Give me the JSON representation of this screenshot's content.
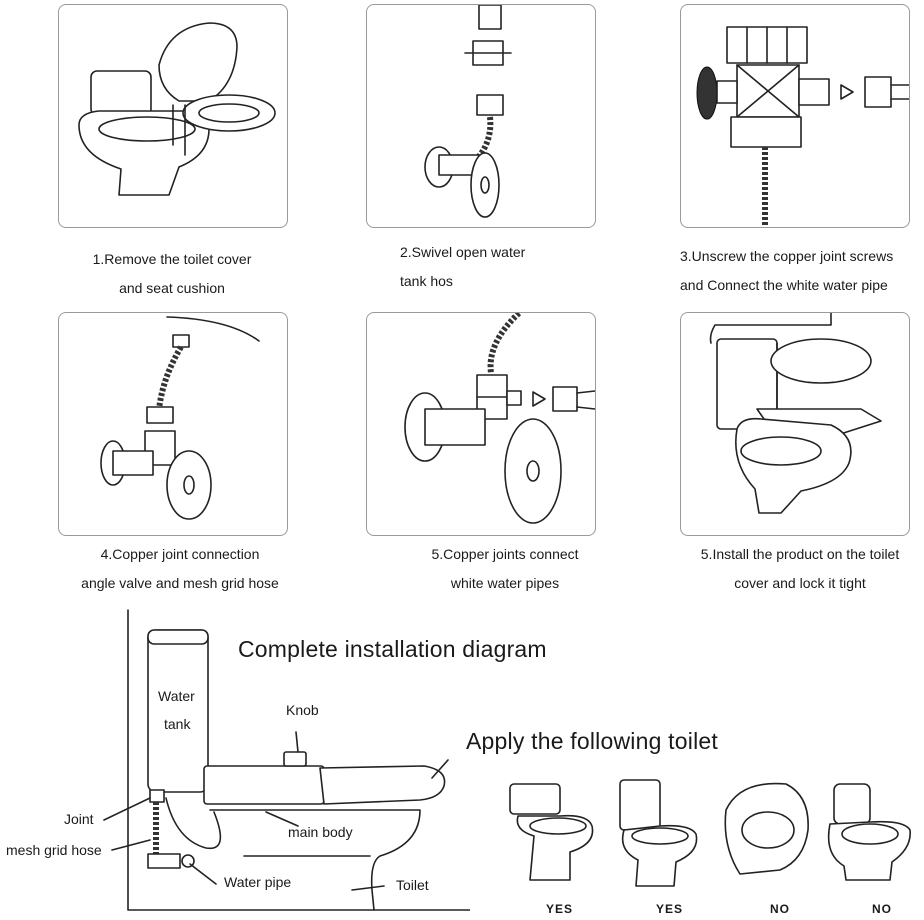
{
  "steps": [
    {
      "line1": "1.Remove the toilet cover",
      "line2": "and seat cushion"
    },
    {
      "line1": "2.Swivel open water",
      "line2": "tank hos"
    },
    {
      "line1": "3.Unscrew the copper joint screws",
      "line2": "and Connect the white water pipe"
    },
    {
      "line1": "4.Copper joint connection",
      "line2": "angle valve and mesh grid hose"
    },
    {
      "line1": "5.Copper joints connect",
      "line2": "white water pipes"
    },
    {
      "line1": "5.Install the product on the toilet",
      "line2": "cover and lock it tight"
    }
  ],
  "installation": {
    "title": "Complete installation diagram",
    "labels": {
      "water_tank_line1": "Water",
      "water_tank_line2": "tank",
      "knob": "Knob",
      "joint": "Joint",
      "mesh_grid_hose": "mesh grid hose",
      "main_body": "main body",
      "water_pipe": "Water pipe",
      "toilet": "Toilet"
    }
  },
  "compatibility": {
    "title": "Apply the following toilet",
    "items": [
      {
        "verdict": "YES"
      },
      {
        "verdict": "YES"
      },
      {
        "verdict": "NO"
      },
      {
        "verdict": "NO"
      }
    ]
  }
}
